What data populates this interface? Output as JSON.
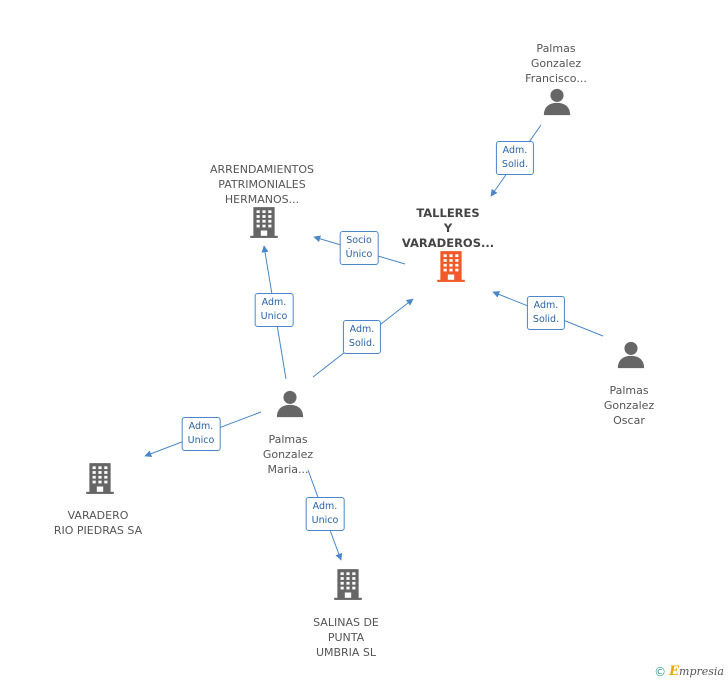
{
  "colors": {
    "edge": "#4a86c8",
    "icon": "#666666",
    "main_icon": "#f05a28"
  },
  "nodes": {
    "main": {
      "type": "company",
      "icon": "building-icon",
      "lines": [
        "TALLERES",
        "Y",
        "VARADEROS..."
      ]
    },
    "francisco": {
      "type": "person",
      "icon": "person-icon",
      "lines": [
        "Palmas",
        "Gonzalez",
        "Francisco..."
      ]
    },
    "arrendamientos": {
      "type": "company",
      "icon": "building-icon",
      "lines": [
        "ARRENDAMIENTOS",
        "PATRIMONIALES",
        "HERMANOS..."
      ]
    },
    "oscar": {
      "type": "person",
      "icon": "person-icon",
      "lines": [
        "Palmas",
        "Gonzalez",
        "Oscar"
      ]
    },
    "maria": {
      "type": "person",
      "icon": "person-icon",
      "lines": [
        "Palmas",
        "Gonzalez",
        "Maria..."
      ]
    },
    "varadero": {
      "type": "company",
      "icon": "building-icon",
      "lines": [
        "VARADERO",
        "RIO PIEDRAS SA"
      ]
    },
    "salinas": {
      "type": "company",
      "icon": "building-icon",
      "lines": [
        "SALINAS DE",
        "PUNTA",
        "UMBRIA SL"
      ]
    }
  },
  "edges": [
    {
      "from": "francisco",
      "to": "main",
      "label": [
        "Adm.",
        "Solid."
      ]
    },
    {
      "from": "main",
      "to": "arrendamientos",
      "label": [
        "Socio",
        "Único"
      ]
    },
    {
      "from": "oscar",
      "to": "main",
      "label": [
        "Adm.",
        "Solid."
      ]
    },
    {
      "from": "maria",
      "to": "main",
      "label": [
        "Adm.",
        "Solid."
      ]
    },
    {
      "from": "maria",
      "to": "arrendamientos",
      "label": [
        "Adm.",
        "Unico"
      ]
    },
    {
      "from": "maria",
      "to": "varadero",
      "label": [
        "Adm.",
        "Unico"
      ]
    },
    {
      "from": "maria",
      "to": "salinas",
      "label": [
        "Adm.",
        "Unico"
      ]
    }
  ],
  "watermark": {
    "copyright": "©",
    "brand_first": "E",
    "brand_rest": "mpresia"
  }
}
